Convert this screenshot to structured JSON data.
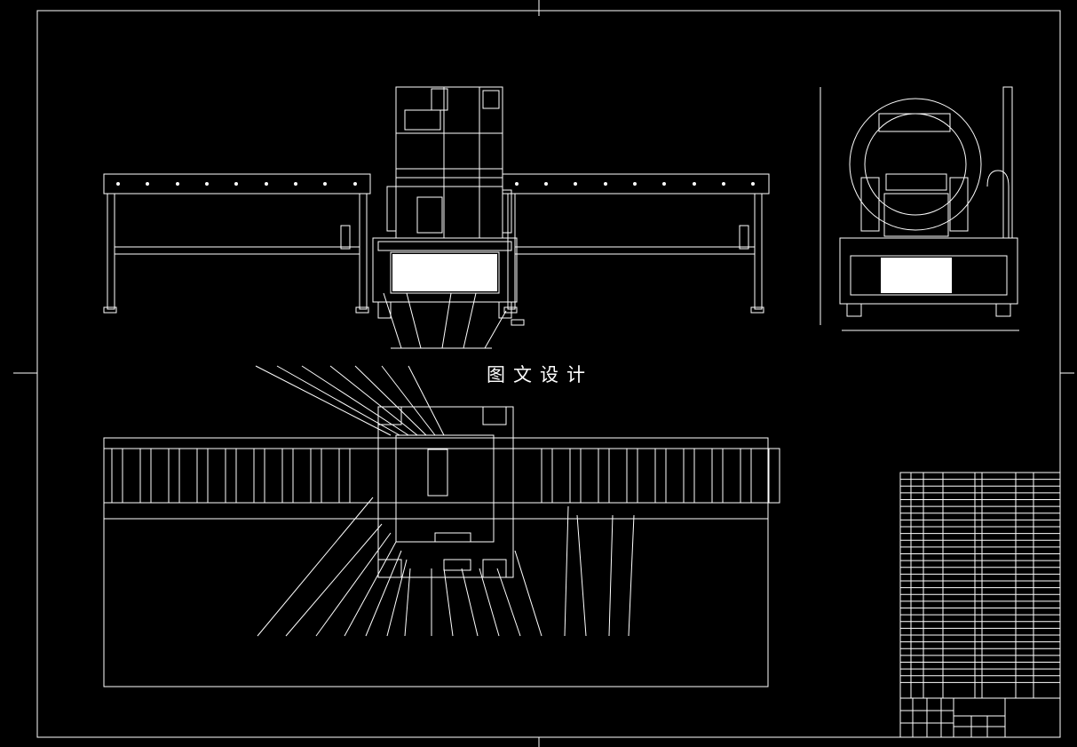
{
  "watermark": "图文设计",
  "colors": {
    "background": "#000000",
    "line": "#ffffff",
    "panel_fill": "#ffffff"
  },
  "parts_rows": 32,
  "icons": [
    "conveyor-front-view",
    "machine-side-view",
    "conveyor-top-view",
    "parts-list-table",
    "title-block"
  ]
}
